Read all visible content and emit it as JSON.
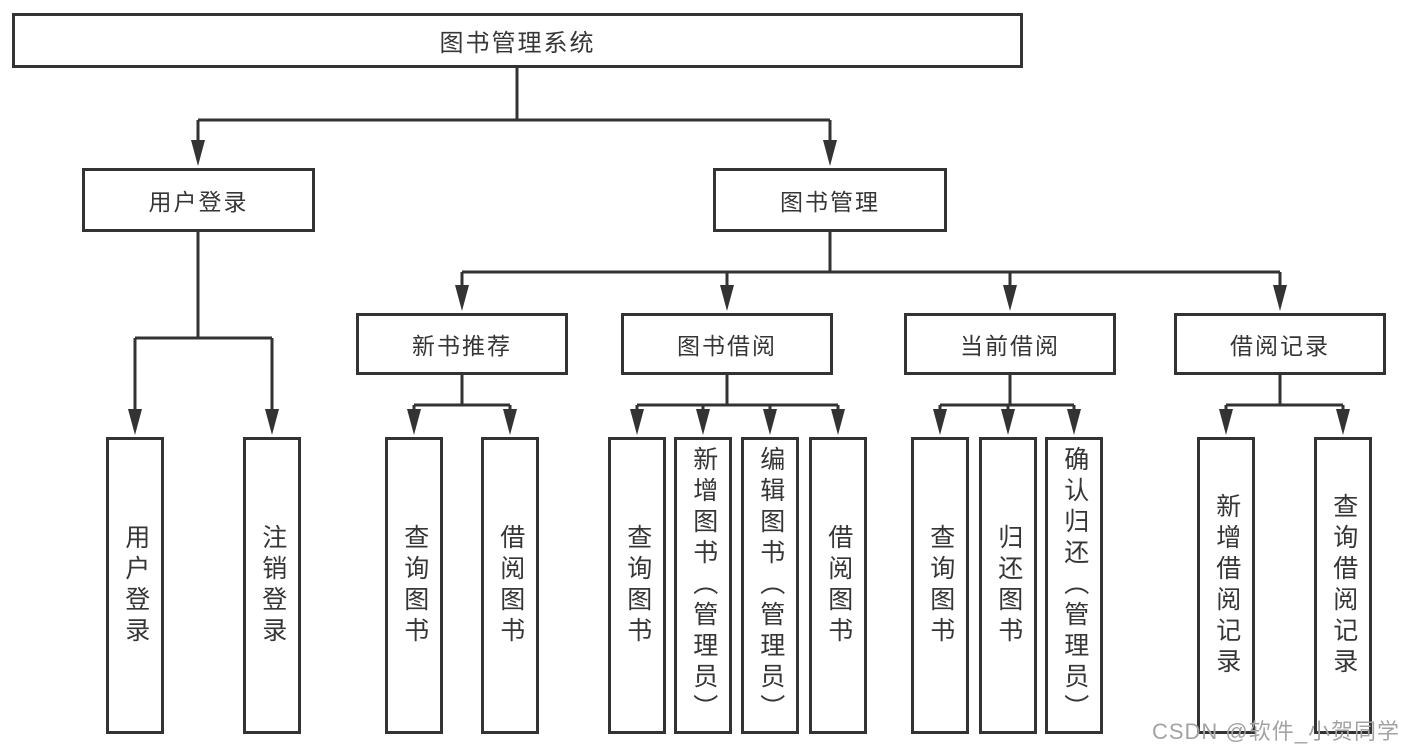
{
  "root": {
    "label": "图书管理系统"
  },
  "branches": [
    {
      "label": "用户登录",
      "children": [
        {
          "label": "用户登录"
        },
        {
          "label": "注销登录"
        }
      ]
    },
    {
      "label": "图书管理",
      "children": [
        {
          "label": "新书推荐",
          "children": [
            {
              "label": "查询图书"
            },
            {
              "label": "借阅图书"
            }
          ]
        },
        {
          "label": "图书借阅",
          "children": [
            {
              "label": "查询图书"
            },
            {
              "label": "新增图书（管理员）"
            },
            {
              "label": "编辑图书（管理员）"
            },
            {
              "label": "借阅图书"
            }
          ]
        },
        {
          "label": "当前借阅",
          "children": [
            {
              "label": "查询图书"
            },
            {
              "label": "归还图书"
            },
            {
              "label": "确认归还（管理员）"
            }
          ]
        },
        {
          "label": "借阅记录",
          "children": [
            {
              "label": "新增借阅记录"
            },
            {
              "label": "查询借阅记录"
            }
          ]
        }
      ]
    }
  ],
  "watermark": {
    "text": "CSDN @软件_小贺同学"
  },
  "colors": {
    "line": "#333333",
    "box_border": "#333333",
    "text": "#363636",
    "watermark": "#a3a3a3",
    "background": "#ffffff"
  }
}
